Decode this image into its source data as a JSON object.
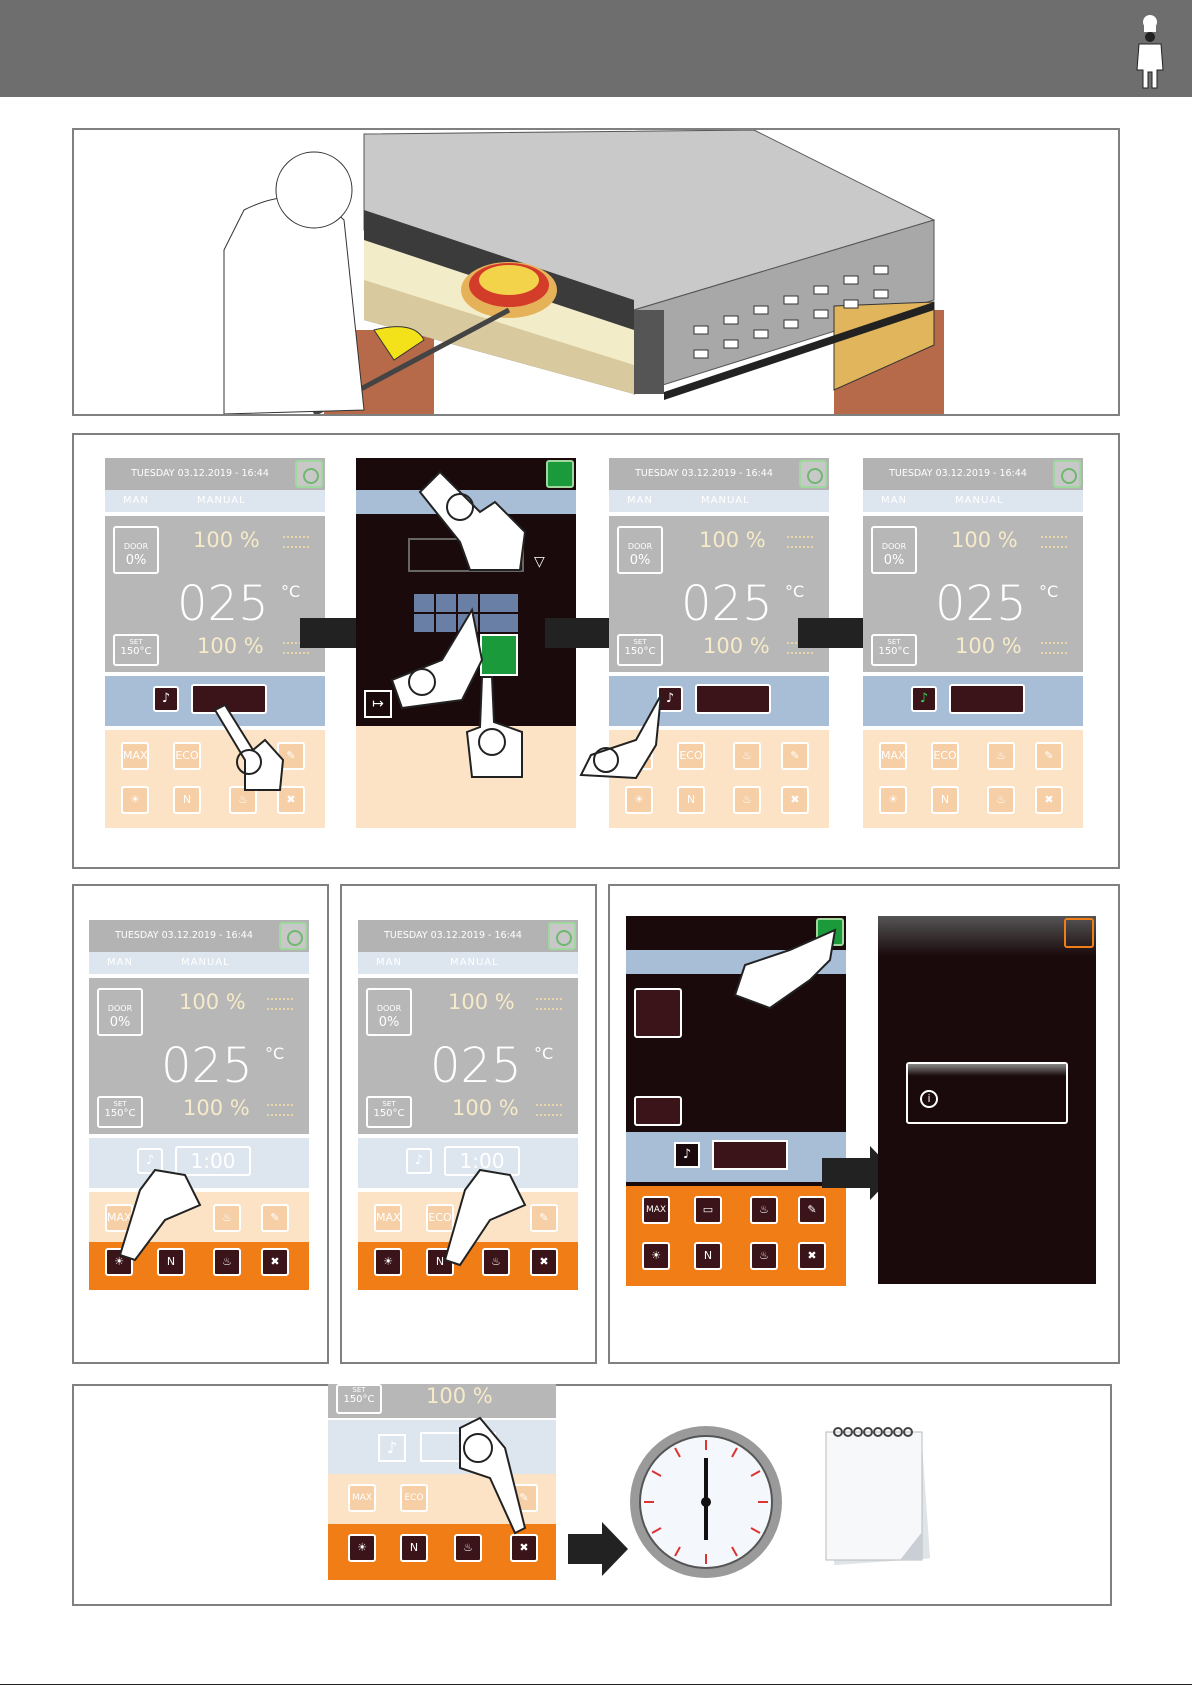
{
  "screen": {
    "date_time": "TUESDAY 03.12.2019 - 16:44",
    "mode_short": "MAN",
    "mode_long": "MANUAL",
    "top_percent": "100 %",
    "bottom_percent": "100 %",
    "temperature": "025",
    "unit": "°C",
    "door_label": "DOOR",
    "door_value": "0%",
    "set_label": "SET",
    "set_value": "150°C",
    "timer_value": "1:00",
    "key_max": "MAX",
    "key_eco": "ECO"
  },
  "colors": {
    "header": "#6e6e6e",
    "orange": "#f07d16",
    "dark": "#1a0a0c",
    "green": "#1a9a3a"
  }
}
